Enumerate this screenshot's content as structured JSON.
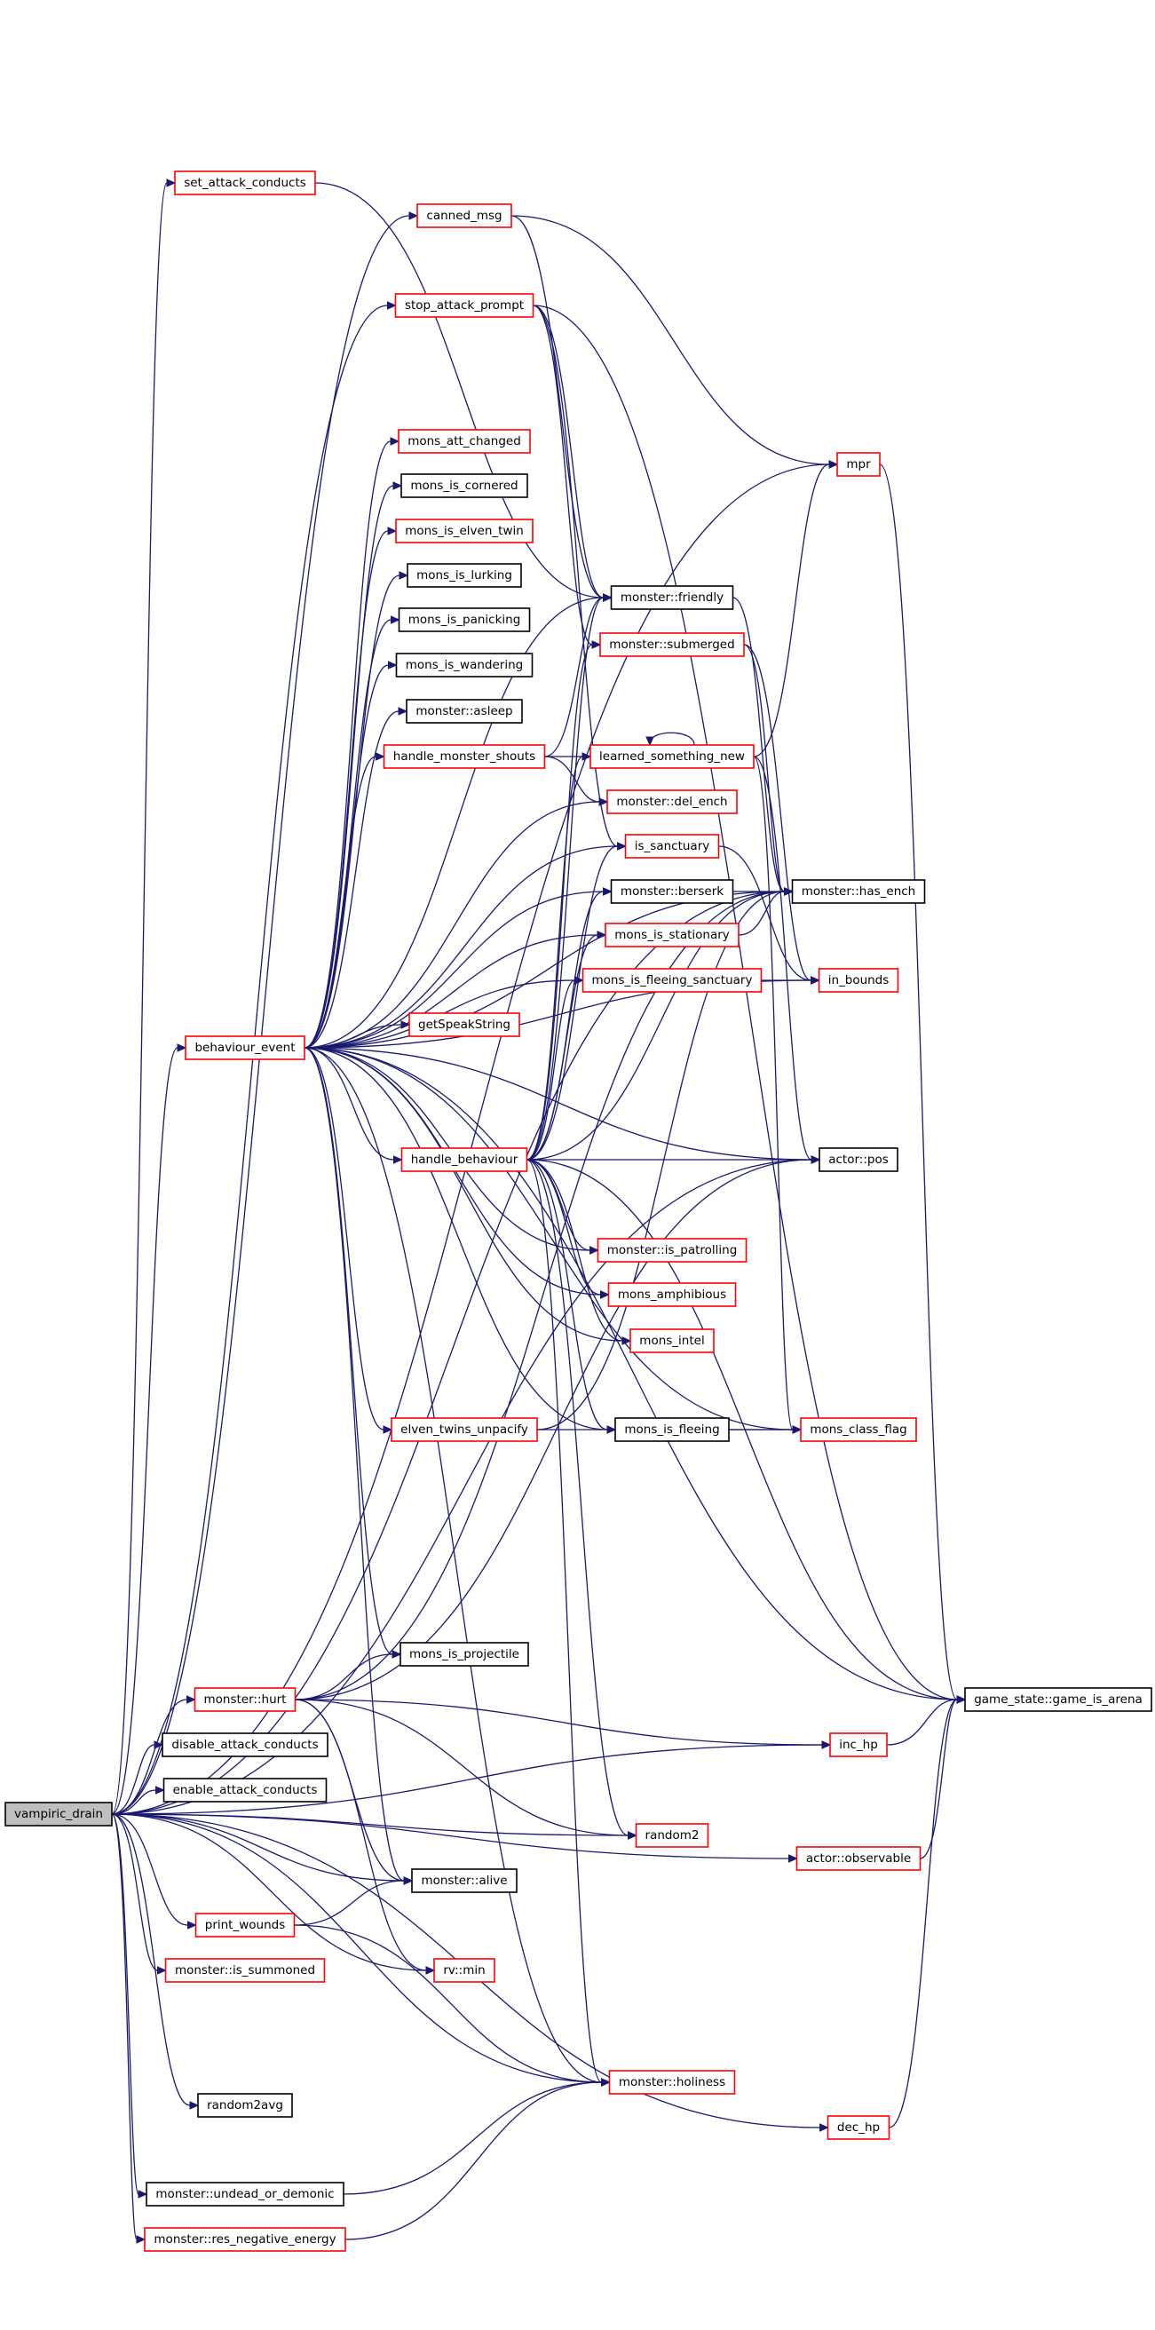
{
  "graph": {
    "root": "vampiric_drain",
    "colors": {
      "edge": "#191970",
      "documented_border": "#000000",
      "undocumented_border": "#ff0000",
      "root_fill": "#bfbfbf"
    },
    "nodes": [
      {
        "id": "vampiric_drain",
        "label": "vampiric_drain",
        "border": "root"
      },
      {
        "id": "set_attack_conducts",
        "label": "set_attack_conducts",
        "border": "red"
      },
      {
        "id": "canned_msg",
        "label": "canned_msg",
        "border": "red"
      },
      {
        "id": "stop_attack_prompt",
        "label": "stop_attack_prompt",
        "border": "red"
      },
      {
        "id": "mons_att_changed",
        "label": "mons_att_changed",
        "border": "red"
      },
      {
        "id": "mons_is_cornered",
        "label": "mons_is_cornered",
        "border": "black"
      },
      {
        "id": "mons_is_elven_twin",
        "label": "mons_is_elven_twin",
        "border": "red"
      },
      {
        "id": "mons_is_lurking",
        "label": "mons_is_lurking",
        "border": "black"
      },
      {
        "id": "mons_is_panicking",
        "label": "mons_is_panicking",
        "border": "black"
      },
      {
        "id": "mons_is_wandering",
        "label": "mons_is_wandering",
        "border": "black"
      },
      {
        "id": "monster_asleep",
        "label": "monster::asleep",
        "border": "black"
      },
      {
        "id": "handle_monster_shouts",
        "label": "handle_monster_shouts",
        "border": "red"
      },
      {
        "id": "behaviour_event",
        "label": "behaviour_event",
        "border": "red"
      },
      {
        "id": "getSpeakString",
        "label": "getSpeakString",
        "border": "red"
      },
      {
        "id": "handle_behaviour",
        "label": "handle_behaviour",
        "border": "red"
      },
      {
        "id": "elven_twins_unpacify",
        "label": "elven_twins_unpacify",
        "border": "red"
      },
      {
        "id": "mons_is_projectile",
        "label": "mons_is_projectile",
        "border": "black"
      },
      {
        "id": "monster_hurt",
        "label": "monster::hurt",
        "border": "red"
      },
      {
        "id": "disable_attack_conducts",
        "label": "disable_attack_conducts",
        "border": "black"
      },
      {
        "id": "enable_attack_conducts",
        "label": "enable_attack_conducts",
        "border": "black"
      },
      {
        "id": "monster_alive",
        "label": "monster::alive",
        "border": "black"
      },
      {
        "id": "print_wounds",
        "label": "print_wounds",
        "border": "red"
      },
      {
        "id": "monster_is_summoned",
        "label": "monster::is_summoned",
        "border": "red"
      },
      {
        "id": "rv_min",
        "label": "rv::min",
        "border": "red"
      },
      {
        "id": "random2avg",
        "label": "random2avg",
        "border": "black"
      },
      {
        "id": "monster_undead_or_demonic",
        "label": "monster::undead_or_demonic",
        "border": "black"
      },
      {
        "id": "monster_res_negative_energy",
        "label": "monster::res_negative_energy",
        "border": "red"
      },
      {
        "id": "monster_friendly",
        "label": "monster::friendly",
        "border": "black"
      },
      {
        "id": "monster_submerged",
        "label": "monster::submerged",
        "border": "red"
      },
      {
        "id": "learned_something_new",
        "label": "learned_something_new",
        "border": "red"
      },
      {
        "id": "monster_del_ench",
        "label": "monster::del_ench",
        "border": "red"
      },
      {
        "id": "is_sanctuary",
        "label": "is_sanctuary",
        "border": "red"
      },
      {
        "id": "monster_berserk",
        "label": "monster::berserk",
        "border": "black"
      },
      {
        "id": "mons_is_stationary",
        "label": "mons_is_stationary",
        "border": "red"
      },
      {
        "id": "mons_is_fleeing_sanctuary",
        "label": "mons_is_fleeing_sanctuary",
        "border": "red"
      },
      {
        "id": "monster_is_patrolling",
        "label": "monster::is_patrolling",
        "border": "red"
      },
      {
        "id": "mons_amphibious",
        "label": "mons_amphibious",
        "border": "red"
      },
      {
        "id": "mons_intel",
        "label": "mons_intel",
        "border": "red"
      },
      {
        "id": "mons_is_fleeing",
        "label": "mons_is_fleeing",
        "border": "black"
      },
      {
        "id": "random2",
        "label": "random2",
        "border": "red"
      },
      {
        "id": "monster_holiness",
        "label": "monster::holiness",
        "border": "red"
      },
      {
        "id": "mpr",
        "label": "mpr",
        "border": "red"
      },
      {
        "id": "monster_has_ench",
        "label": "monster::has_ench",
        "border": "black"
      },
      {
        "id": "in_bounds",
        "label": "in_bounds",
        "border": "red"
      },
      {
        "id": "actor_pos",
        "label": "actor::pos",
        "border": "black"
      },
      {
        "id": "mons_class_flag",
        "label": "mons_class_flag",
        "border": "red"
      },
      {
        "id": "inc_hp",
        "label": "inc_hp",
        "border": "red"
      },
      {
        "id": "actor_observable",
        "label": "actor::observable",
        "border": "red"
      },
      {
        "id": "dec_hp",
        "label": "dec_hp",
        "border": "red"
      },
      {
        "id": "game_state_game_is_arena",
        "label": "game_state::game_is_arena",
        "border": "black"
      }
    ],
    "edges": [
      [
        "vampiric_drain",
        "set_attack_conducts"
      ],
      [
        "vampiric_drain",
        "canned_msg"
      ],
      [
        "vampiric_drain",
        "stop_attack_prompt"
      ],
      [
        "vampiric_drain",
        "mpr"
      ],
      [
        "vampiric_drain",
        "behaviour_event"
      ],
      [
        "vampiric_drain",
        "monster_hurt"
      ],
      [
        "vampiric_drain",
        "disable_attack_conducts"
      ],
      [
        "vampiric_drain",
        "enable_attack_conducts"
      ],
      [
        "vampiric_drain",
        "monster_alive"
      ],
      [
        "vampiric_drain",
        "print_wounds"
      ],
      [
        "vampiric_drain",
        "monster_is_summoned"
      ],
      [
        "vampiric_drain",
        "rv_min"
      ],
      [
        "vampiric_drain",
        "random2avg"
      ],
      [
        "vampiric_drain",
        "monster_undead_or_demonic"
      ],
      [
        "vampiric_drain",
        "monster_res_negative_energy"
      ],
      [
        "vampiric_drain",
        "random2"
      ],
      [
        "vampiric_drain",
        "monster_holiness"
      ],
      [
        "vampiric_drain",
        "inc_hp"
      ],
      [
        "vampiric_drain",
        "actor_observable"
      ],
      [
        "vampiric_drain",
        "dec_hp"
      ],
      [
        "vampiric_drain",
        "actor_pos"
      ],
      [
        "vampiric_drain",
        "monster_has_ench"
      ],
      [
        "set_attack_conducts",
        "monster_friendly"
      ],
      [
        "canned_msg",
        "mpr"
      ],
      [
        "canned_msg",
        "monster_friendly"
      ],
      [
        "stop_attack_prompt",
        "monster_friendly"
      ],
      [
        "stop_attack_prompt",
        "monster_submerged"
      ],
      [
        "stop_attack_prompt",
        "game_state_game_is_arena"
      ],
      [
        "stop_attack_prompt",
        "is_sanctuary"
      ],
      [
        "behaviour_event",
        "mons_att_changed"
      ],
      [
        "behaviour_event",
        "mons_is_cornered"
      ],
      [
        "behaviour_event",
        "mons_is_elven_twin"
      ],
      [
        "behaviour_event",
        "mons_is_lurking"
      ],
      [
        "behaviour_event",
        "mons_is_panicking"
      ],
      [
        "behaviour_event",
        "mons_is_wandering"
      ],
      [
        "behaviour_event",
        "monster_asleep"
      ],
      [
        "behaviour_event",
        "handle_monster_shouts"
      ],
      [
        "behaviour_event",
        "getSpeakString"
      ],
      [
        "behaviour_event",
        "handle_behaviour"
      ],
      [
        "behaviour_event",
        "elven_twins_unpacify"
      ],
      [
        "behaviour_event",
        "mons_is_projectile"
      ],
      [
        "behaviour_event",
        "monster_alive"
      ],
      [
        "behaviour_event",
        "monster_friendly"
      ],
      [
        "behaviour_event",
        "monster_del_ench"
      ],
      [
        "behaviour_event",
        "is_sanctuary"
      ],
      [
        "behaviour_event",
        "monster_berserk"
      ],
      [
        "behaviour_event",
        "mons_is_stationary"
      ],
      [
        "behaviour_event",
        "mons_is_fleeing_sanctuary"
      ],
      [
        "behaviour_event",
        "monster_is_patrolling"
      ],
      [
        "behaviour_event",
        "mons_amphibious"
      ],
      [
        "behaviour_event",
        "mons_intel"
      ],
      [
        "behaviour_event",
        "mons_is_fleeing"
      ],
      [
        "behaviour_event",
        "actor_pos"
      ],
      [
        "behaviour_event",
        "mons_class_flag"
      ],
      [
        "behaviour_event",
        "game_state_game_is_arena"
      ],
      [
        "behaviour_event",
        "monster_holiness"
      ],
      [
        "behaviour_event",
        "in_bounds"
      ],
      [
        "behaviour_event",
        "monster_has_ench"
      ],
      [
        "handle_monster_shouts",
        "learned_something_new"
      ],
      [
        "handle_monster_shouts",
        "monster_del_ench"
      ],
      [
        "handle_monster_shouts",
        "monster_friendly"
      ],
      [
        "handle_behaviour",
        "monster_friendly"
      ],
      [
        "handle_behaviour",
        "monster_submerged"
      ],
      [
        "handle_behaviour",
        "is_sanctuary"
      ],
      [
        "handle_behaviour",
        "monster_berserk"
      ],
      [
        "handle_behaviour",
        "mons_is_stationary"
      ],
      [
        "handle_behaviour",
        "mons_is_fleeing_sanctuary"
      ],
      [
        "handle_behaviour",
        "actor_pos"
      ],
      [
        "handle_behaviour",
        "monster_is_patrolling"
      ],
      [
        "handle_behaviour",
        "mons_amphibious"
      ],
      [
        "handle_behaviour",
        "mons_intel"
      ],
      [
        "handle_behaviour",
        "mons_is_fleeing"
      ],
      [
        "handle_behaviour",
        "random2"
      ],
      [
        "handle_behaviour",
        "monster_holiness"
      ],
      [
        "handle_behaviour",
        "game_state_game_is_arena"
      ],
      [
        "handle_behaviour",
        "learned_something_new"
      ],
      [
        "handle_behaviour",
        "monster_has_ench"
      ],
      [
        "elven_twins_unpacify",
        "monster_has_ench"
      ],
      [
        "elven_twins_unpacify",
        "mons_class_flag"
      ],
      [
        "monster_hurt",
        "mons_is_projectile"
      ],
      [
        "monster_hurt",
        "monster_alive"
      ],
      [
        "monster_hurt",
        "random2"
      ],
      [
        "monster_hurt",
        "rv_min"
      ],
      [
        "monster_hurt",
        "inc_hp"
      ],
      [
        "monster_hurt",
        "actor_pos"
      ],
      [
        "monster_hurt",
        "monster_has_ench"
      ],
      [
        "print_wounds",
        "monster_alive"
      ],
      [
        "print_wounds",
        "monster_holiness"
      ],
      [
        "monster_undead_or_demonic",
        "monster_holiness"
      ],
      [
        "monster_res_negative_energy",
        "monster_holiness"
      ],
      [
        "monster_friendly",
        "monster_has_ench"
      ],
      [
        "monster_submerged",
        "monster_has_ench"
      ],
      [
        "monster_submerged",
        "in_bounds"
      ],
      [
        "learned_something_new",
        "mpr"
      ],
      [
        "learned_something_new",
        "learned_something_new"
      ],
      [
        "learned_something_new",
        "actor_pos"
      ],
      [
        "learned_something_new",
        "mons_class_flag"
      ],
      [
        "is_sanctuary",
        "in_bounds"
      ],
      [
        "monster_berserk",
        "monster_has_ench"
      ],
      [
        "mons_is_stationary",
        "monster_has_ench"
      ],
      [
        "mons_is_fleeing_sanctuary",
        "in_bounds"
      ],
      [
        "mons_is_fleeing",
        "mons_class_flag"
      ],
      [
        "mpr",
        "game_state_game_is_arena"
      ],
      [
        "inc_hp",
        "game_state_game_is_arena"
      ],
      [
        "actor_observable",
        "game_state_game_is_arena"
      ],
      [
        "dec_hp",
        "game_state_game_is_arena"
      ]
    ]
  }
}
